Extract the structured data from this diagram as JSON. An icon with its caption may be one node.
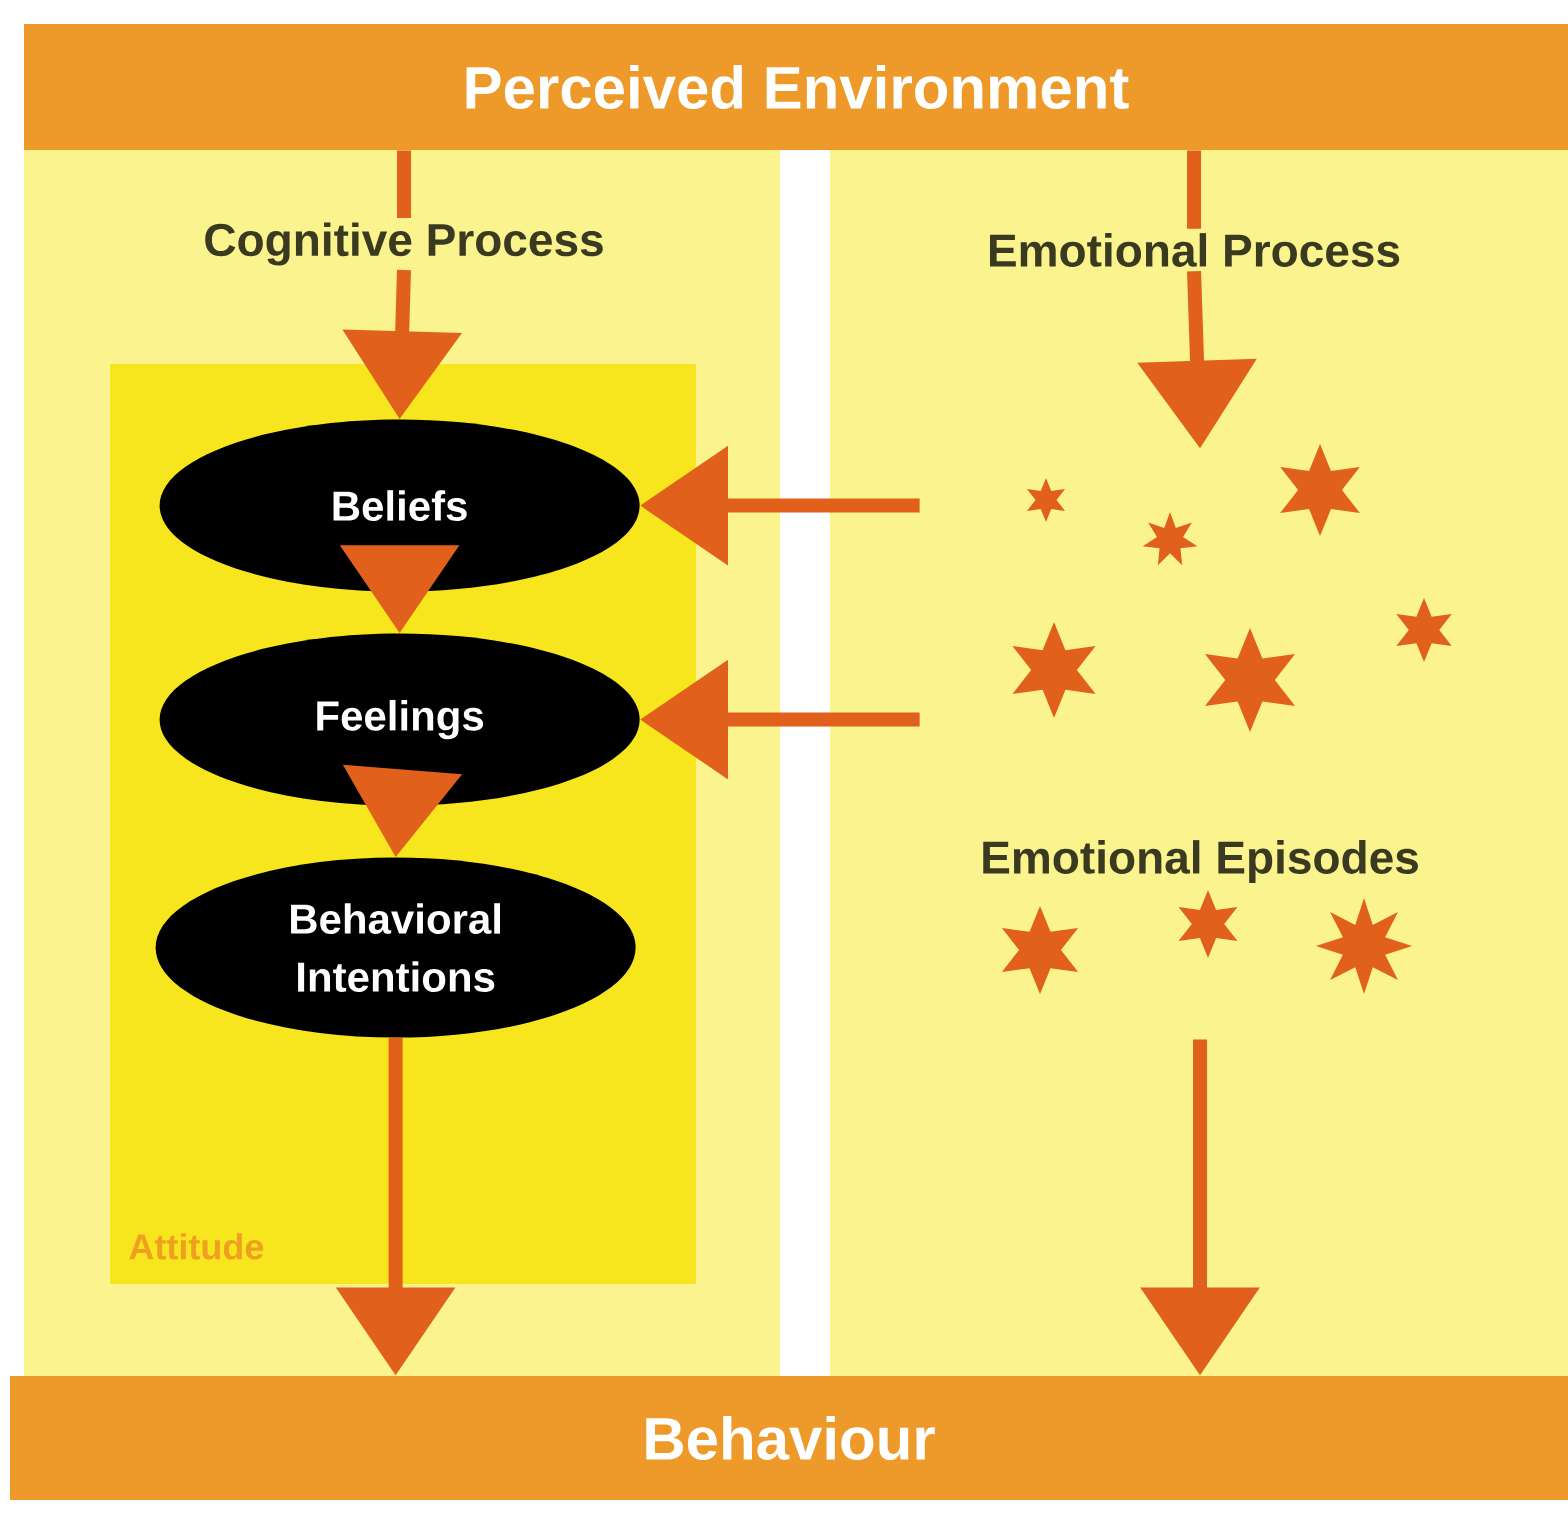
{
  "diagram": {
    "nodes": [
      {
        "text": [
          "Perceived Environment"
        ]
      },
      {
        "text": [
          "Cognitive Process"
        ]
      },
      {
        "text": [
          "Emotional Process"
        ]
      },
      {
        "text": [
          "Attitude"
        ]
      },
      {
        "text": [
          "Beliefs"
        ],
        "in": 3
      },
      {
        "text": [
          "Feelings"
        ],
        "in": 3
      },
      {
        "text": [
          "Behavioral Intentions"
        ],
        "in": 3
      },
      {
        "text": [
          "Emotional Episodes"
        ]
      },
      {
        "text": [
          "Behaviour"
        ]
      }
    ],
    "edges": [
      {
        "from": 0,
        "to": 1,
        "arrow": "none"
      },
      {
        "from": 1,
        "to": 4,
        "arrow": "to"
      },
      {
        "from": 4,
        "to": 5,
        "arrow": "to"
      },
      {
        "from": 5,
        "to": 6,
        "arrow": "to"
      },
      {
        "from": 6,
        "to": 8,
        "arrow": "to"
      },
      {
        "from": 0,
        "to": 2,
        "arrow": "none"
      },
      {
        "from": 2,
        "to": 7,
        "arrow": "to"
      },
      {
        "from": 7,
        "to": 4,
        "arrow": "to"
      },
      {
        "from": 7,
        "to": 5,
        "arrow": "to"
      },
      {
        "from": 7,
        "to": 8,
        "arrow": "to"
      }
    ]
  }
}
